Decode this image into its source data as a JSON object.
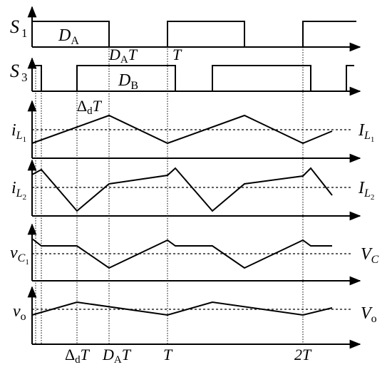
{
  "figure": {
    "labels": {
      "s1_main": "S",
      "s1_sub": "1",
      "s3_main": "S",
      "s3_sub": "3",
      "da_main": "D",
      "da_sub": "A",
      "db_main": "D",
      "db_sub": "B",
      "dat_main": "D",
      "dat_sub": "A",
      "dat_t": "T",
      "t_top": "T",
      "ddt_delta": "Δ",
      "ddt_sub": "d",
      "ddt_t": "T",
      "il1_main": "i",
      "il1_sub": "L",
      "il1_subsub": "1",
      "il2_main": "i",
      "il2_sub": "L",
      "il2_subsub": "2",
      "IL1_main": "I",
      "IL1_sub": "L",
      "IL1_subsub": "1",
      "IL2_main": "I",
      "IL2_sub": "L",
      "IL2_subsub": "2",
      "vc1_main": "v",
      "vc1_sub": "C",
      "vc1_subsub": "1",
      "VC_main": "V",
      "VC_sub": "C",
      "vo_main": "v",
      "vo_sub": "o",
      "Vo_main": "V",
      "Vo_sub": "o",
      "bot_ddt_delta": "Δ",
      "bot_ddt_sub": "d",
      "bot_ddt_t": "T",
      "bot_dat_main": "D",
      "bot_dat_sub": "A",
      "bot_dat_t": "T",
      "bot_t": "T",
      "bot_2t": "2T"
    },
    "colors": {
      "stroke": "#000000"
    }
  }
}
